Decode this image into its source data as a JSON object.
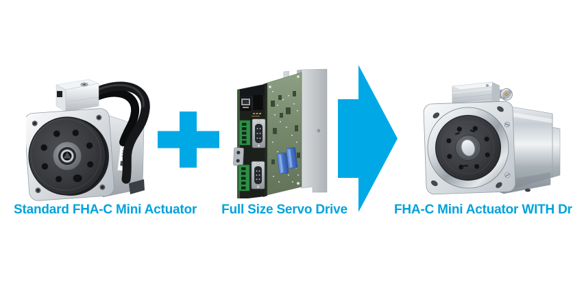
{
  "colors": {
    "accent": "#00A9E6",
    "label_text": "#00A2DE",
    "background": "#FFFFFF"
  },
  "diagram": {
    "items": [
      {
        "name": "standard-actuator",
        "label": "Standard FHA-C Mini Actuator",
        "image": "fha-c-mini-actuator-photo"
      },
      {
        "name": "servo-drive",
        "label": "Full Size Servo Drive",
        "image": "full-size-servo-drive-photo"
      },
      {
        "name": "actuator-with-drive",
        "label": "FHA-C Mini Actuator WITH Drive",
        "image": "fha-c-mini-actuator-with-integrated-drive-render"
      }
    ],
    "operators": [
      {
        "name": "plus",
        "icon": "plus-icon"
      },
      {
        "name": "result-arrow",
        "icon": "arrow-right-icon"
      }
    ]
  }
}
